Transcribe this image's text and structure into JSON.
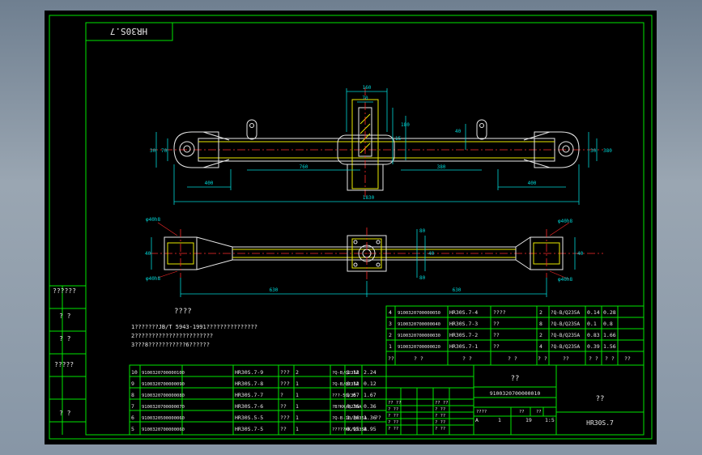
{
  "drawing_code": "HR30S.7",
  "side_labels": [
    "??????",
    "? ?",
    "? ?",
    "?????",
    "? ?"
  ],
  "notes": {
    "title": "????",
    "lines": [
      "1???????JB/T 5943-1991???????????????",
      "2???????????????????????",
      "3???8???????????6??????"
    ]
  },
  "dims_front": [
    "160",
    "70",
    "180",
    "40",
    "30",
    "70",
    "760",
    "15",
    "30",
    "400",
    "380",
    "400",
    "1830",
    "380"
  ],
  "dims_top": [
    "φ40h8",
    "φ40h8",
    "φ40h8",
    "φ40h8",
    "40",
    "40",
    "80",
    "80",
    "40",
    "630",
    "630"
  ],
  "parts_upper": [
    {
      "no": "4",
      "code": "9100320700000050",
      "name": "HR30S.7-4",
      "desc": "????",
      "qty": "2",
      "mat": "?Q-B/Q235A",
      "unit": "0.14",
      "total": "0.28"
    },
    {
      "no": "3",
      "code": "9100320700000040",
      "name": "HR30S.7-3",
      "desc": "??",
      "qty": "8",
      "mat": "?Q-B/Q235A",
      "unit": "0.1",
      "total": "0.8"
    },
    {
      "no": "2",
      "code": "9100320700000030",
      "name": "HR30S.7-2",
      "desc": "??",
      "qty": "2",
      "mat": "?Q-B/Q235A",
      "unit": "0.83",
      "total": "1.66"
    },
    {
      "no": "1",
      "code": "9100320700000020",
      "name": "HR30S.7-1",
      "desc": "??",
      "qty": "4",
      "mat": "?Q-B/Q235A",
      "unit": "0.39",
      "total": "1.56"
    }
  ],
  "upper_header": [
    "??",
    "? ?",
    "? ?",
    "? ?",
    "? ?",
    "??",
    "? ?",
    "? ?",
    "??"
  ],
  "parts_lower": [
    {
      "no": "10",
      "code": "9100320700000100",
      "name": "HR30S.7-9",
      "desc": "???",
      "qty": "2",
      "mat": "?Q-B/Q235A",
      "unit": "1.12",
      "total": "2.24",
      "note": ""
    },
    {
      "no": "9",
      "code": "9100320700000090",
      "name": "HR30S.7-8",
      "desc": "???",
      "qty": "1",
      "mat": "?Q-B/Q235A",
      "unit": "0.12",
      "total": "0.12",
      "note": ""
    },
    {
      "no": "8",
      "code": "9100320700000080",
      "name": "HR30S.7-7",
      "desc": "?",
      "qty": "1",
      "mat": "???-50/35",
      "unit": "1.67",
      "total": "1.67",
      "note": ""
    },
    {
      "no": "7",
      "code": "9100320700000070",
      "name": "HR30S.7-6",
      "desc": "??",
      "qty": "1",
      "mat": "?B?KK/Q235A",
      "unit": "0.36",
      "total": "0.36",
      "note": ""
    },
    {
      "no": "6",
      "code": "9100320500000060",
      "name": "HR30S.5-5",
      "desc": "???",
      "qty": "1",
      "mat": "?Q-B-10/Q235A",
      "unit": "1.36",
      "total": "1.36",
      "note": "??"
    },
    {
      "no": "5",
      "code": "9100320700000060",
      "name": "HR30S.7-5",
      "desc": "??",
      "qty": "1",
      "mat": "?????KK/Q235A",
      "unit": "8.95",
      "total": "8.95",
      "note": ""
    }
  ],
  "title_block": {
    "assembly_name": "??",
    "code": "9100320700000010",
    "company": "??",
    "drawing_no": "HR30S.7",
    "sheet_cells": [
      "A",
      "1",
      "19",
      "1:5"
    ],
    "label_rows": [
      "?? ??",
      "? ??",
      "? ??",
      "? ??",
      "? ??",
      "? ??"
    ],
    "mid_labels": [
      "?? ??",
      "? ??",
      "? ??",
      "? ??",
      "? ??"
    ],
    "right_labels": [
      "????",
      "??",
      "??"
    ]
  }
}
